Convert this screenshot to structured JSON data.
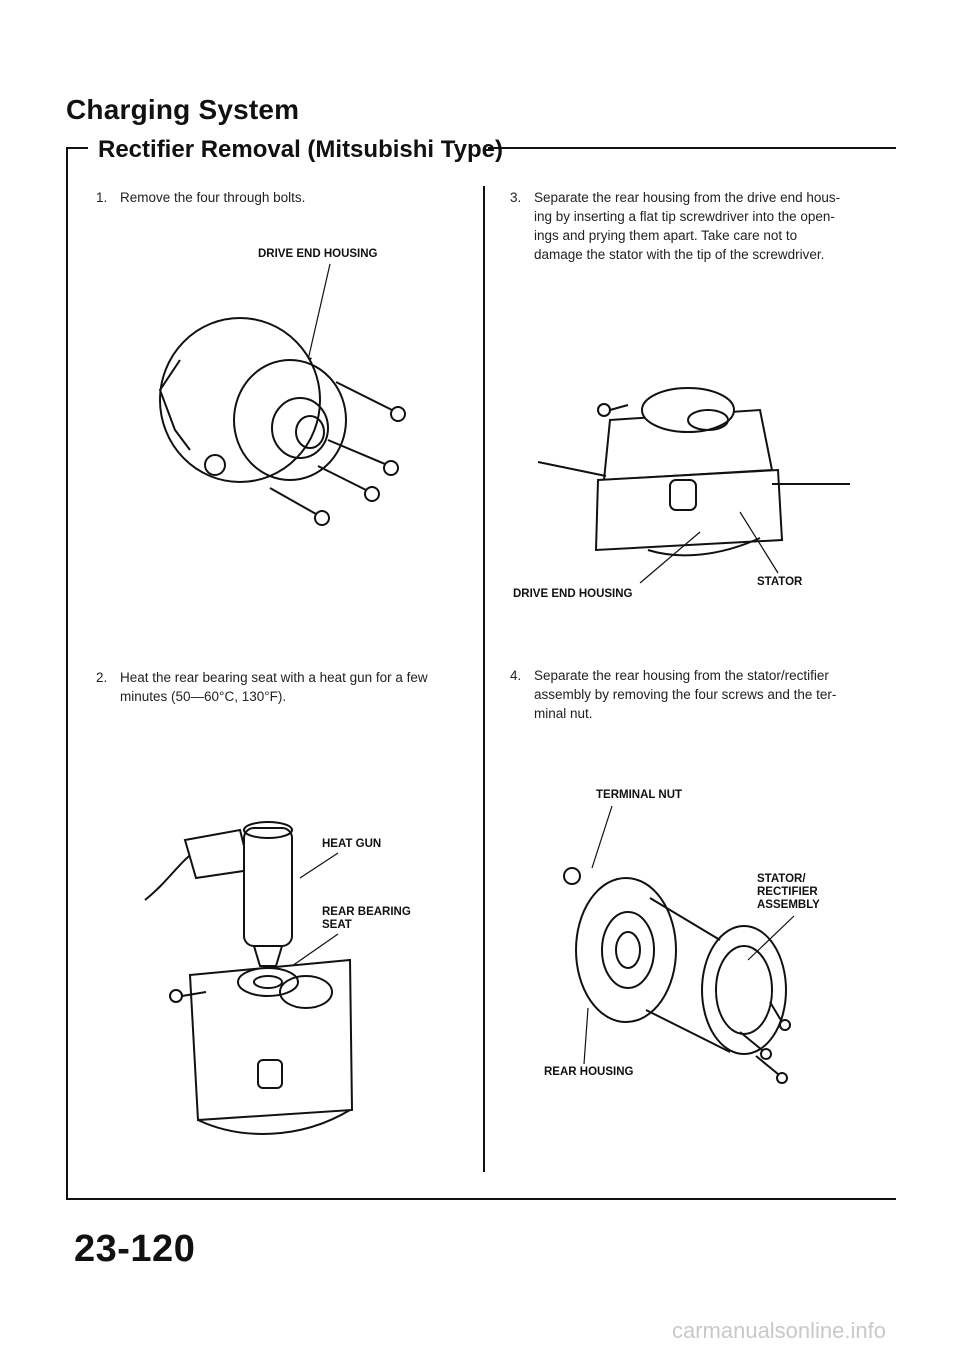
{
  "header": {
    "title": "Charging System",
    "subtitle": "Rectifier Removal (Mitsubishi Type)"
  },
  "steps": [
    {
      "num": "1.",
      "lines": [
        "Remove the four through bolts."
      ]
    },
    {
      "num": "2.",
      "lines": [
        "Heat the rear bearing seat with a heat gun for a few",
        "minutes (50—60°C, 130°F)."
      ]
    },
    {
      "num": "3.",
      "lines": [
        "Separate the rear housing from the drive end hous-",
        "ing by inserting a flat tip screwdriver into the open-",
        "ings and prying them apart. Take care not to",
        "damage the stator with the tip of the screwdriver."
      ]
    },
    {
      "num": "4.",
      "lines": [
        "Separate the rear housing from the stator/rectifier",
        "assembly by removing the four screws and the ter-",
        "minal nut."
      ]
    }
  ],
  "figures": {
    "fig1": {
      "label_drive_end_housing": "DRIVE END HOUSING"
    },
    "fig2": {
      "label_heat_gun": "HEAT GUN",
      "label_rear_bearing_1": "REAR BEARING",
      "label_rear_bearing_2": "SEAT"
    },
    "fig3": {
      "label_drive_end_housing": "DRIVE END HOUSING",
      "label_stator": "STATOR"
    },
    "fig4": {
      "label_terminal_nut": "TERMINAL NUT",
      "label_stator_1": "STATOR/",
      "label_stator_2": "RECTIFIER",
      "label_stator_3": "ASSEMBLY",
      "label_rear_housing": "REAR HOUSING"
    }
  },
  "footer": {
    "page_number": "23-120",
    "watermark": "carmanualsonline.info"
  }
}
